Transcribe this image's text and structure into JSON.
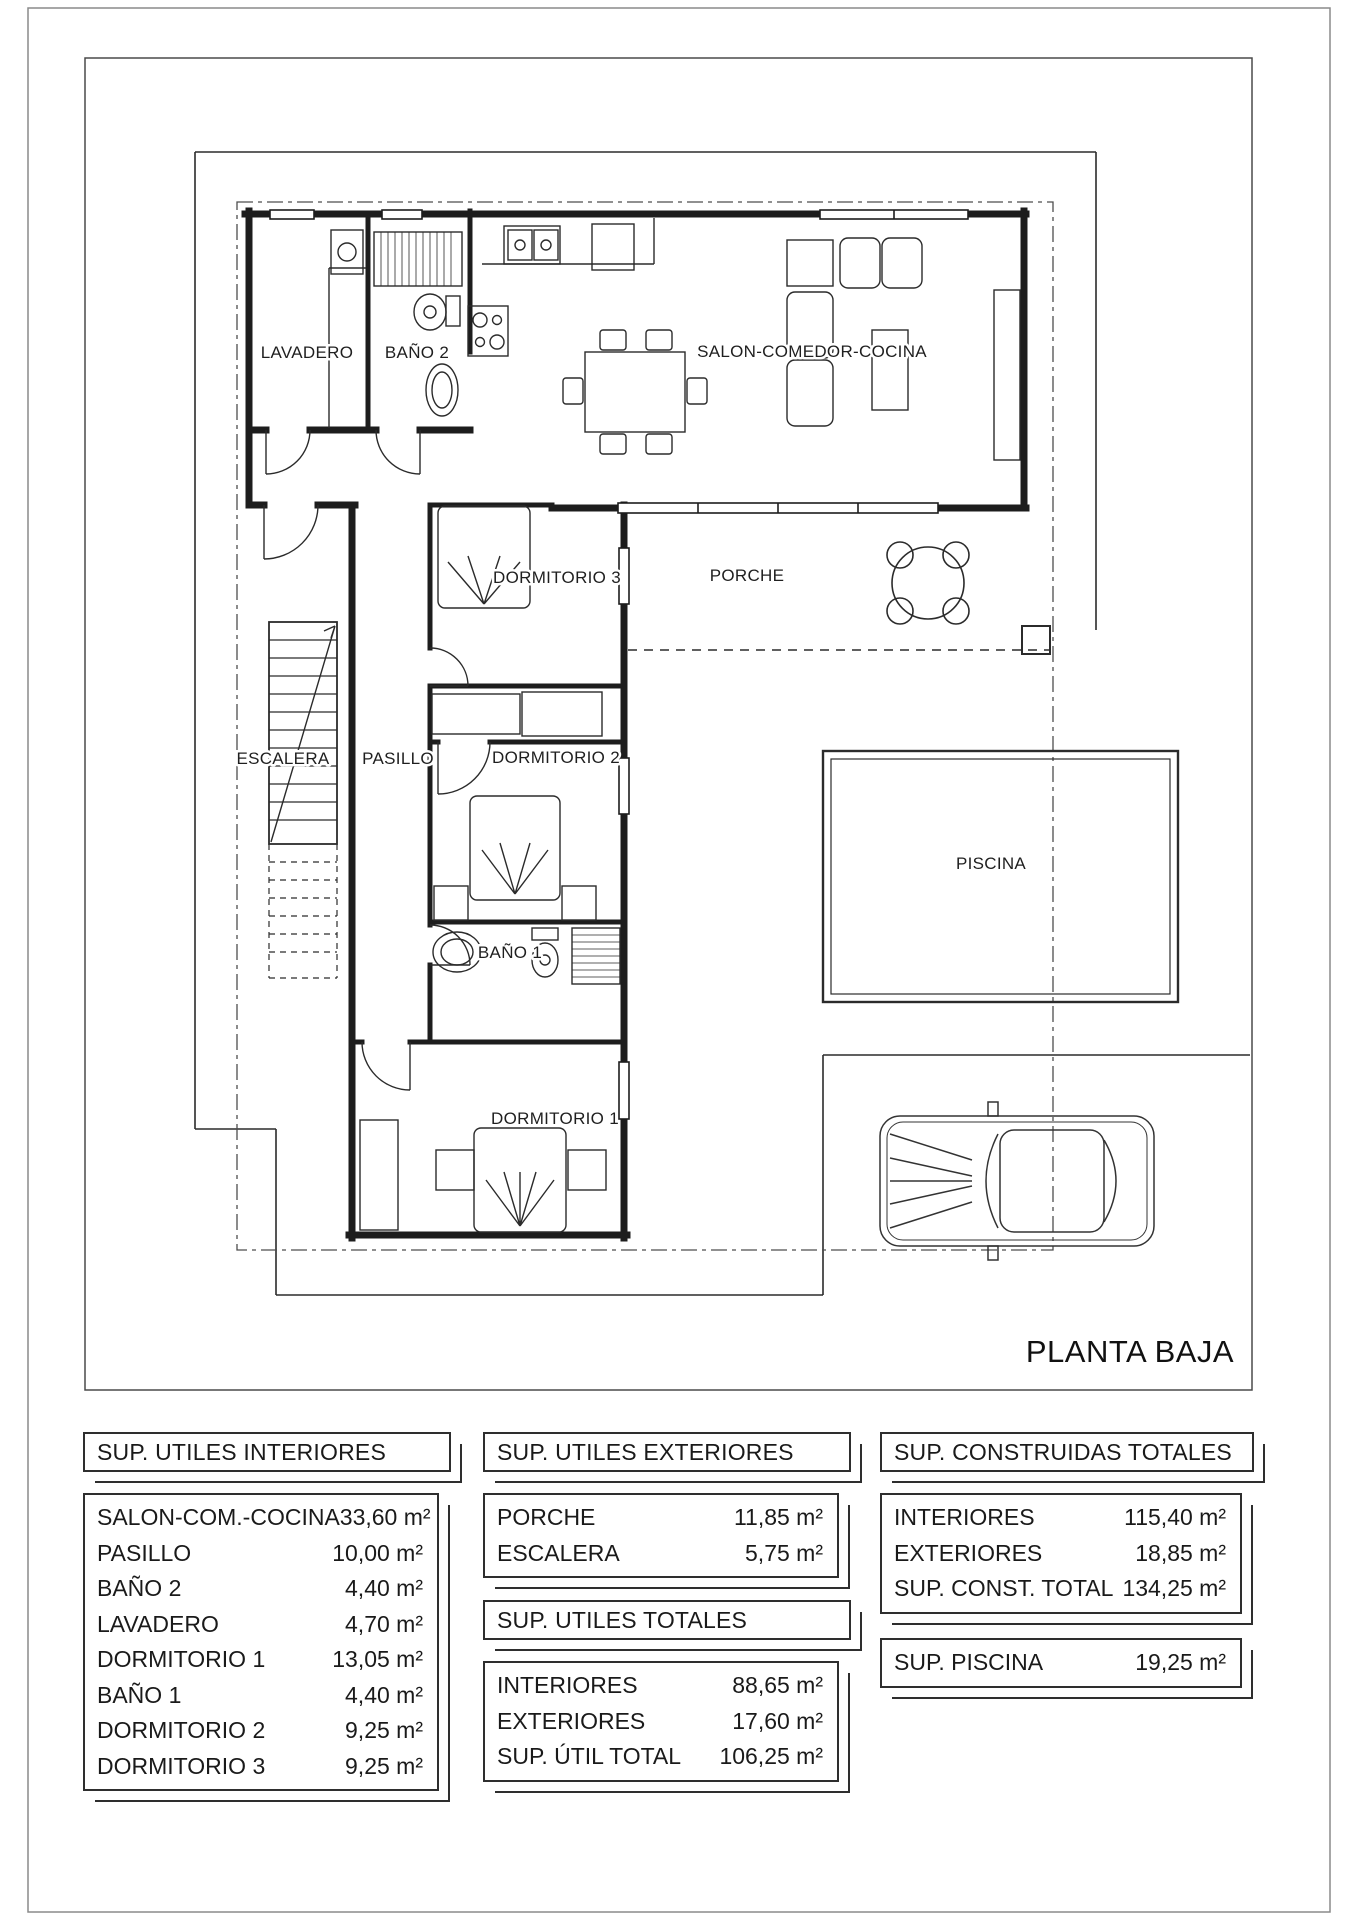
{
  "plan": {
    "title": "PLANTA BAJA",
    "rooms": {
      "lavadero": "LAVADERO",
      "bano2": "BAÑO 2",
      "salon": "SALON-COMEDOR-COCINA",
      "dormitorio3": "DORMITORIO 3",
      "porche": "PORCHE",
      "escalera": "ESCALERA",
      "pasillo": "PASILLO",
      "dormitorio2": "DORMITORIO 2",
      "piscina": "PISCINA",
      "bano1": "BAÑO 1",
      "dormitorio1": "DORMITORIO 1"
    }
  },
  "tables": {
    "interiores": {
      "header": "SUP. UTILES INTERIORES",
      "rows": [
        {
          "label": "SALON-COM.-COCINA",
          "value": "33,60 m²"
        },
        {
          "label": "PASILLO",
          "value": "10,00 m²"
        },
        {
          "label": "BAÑO 2",
          "value": "4,40 m²"
        },
        {
          "label": "LAVADERO",
          "value": "4,70 m²"
        },
        {
          "label": "DORMITORIO 1",
          "value": "13,05 m²"
        },
        {
          "label": "BAÑO 1",
          "value": "4,40 m²"
        },
        {
          "label": "DORMITORIO 2",
          "value": "9,25 m²"
        },
        {
          "label": "DORMITORIO 3",
          "value": "9,25 m²"
        }
      ]
    },
    "exteriores": {
      "header": "SUP. UTILES EXTERIORES",
      "rows": [
        {
          "label": "PORCHE",
          "value": "11,85 m²"
        },
        {
          "label": "ESCALERA",
          "value": "5,75 m²"
        }
      ]
    },
    "utiles_totales": {
      "header": "SUP. UTILES TOTALES",
      "rows": [
        {
          "label": "INTERIORES",
          "value": "88,65 m²"
        },
        {
          "label": "EXTERIORES",
          "value": "17,60 m²"
        },
        {
          "label": "SUP. ÚTIL TOTAL",
          "value": "106,25 m²"
        }
      ]
    },
    "construidas_totales": {
      "header": "SUP. CONSTRUIDAS TOTALES",
      "rows": [
        {
          "label": "INTERIORES",
          "value": "115,40 m²"
        },
        {
          "label": "EXTERIORES",
          "value": "18,85 m²"
        },
        {
          "label": "SUP. CONST. TOTAL",
          "value": "134,25 m²"
        }
      ]
    },
    "piscina_total": {
      "rows": [
        {
          "label": "SUP. PISCINA",
          "value": "19,25 m²"
        }
      ]
    }
  }
}
